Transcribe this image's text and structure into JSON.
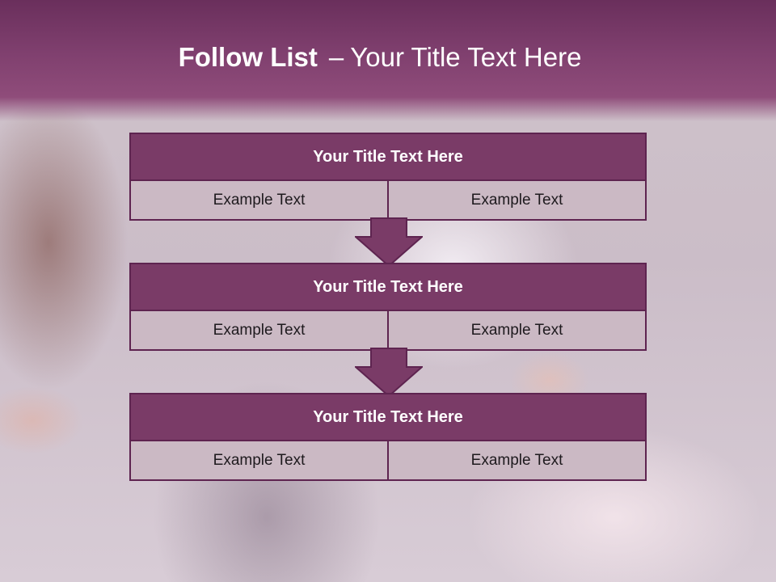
{
  "slide": {
    "title_bold": "Follow List",
    "title_dash": "–",
    "title_rest": "Your Title Text Here"
  },
  "steps": [
    {
      "title": "Your Title Text Here",
      "left": "Example Text",
      "right": "Example Text"
    },
    {
      "title": "Your Title Text Here",
      "left": "Example Text",
      "right": "Example Text"
    },
    {
      "title": "Your Title Text Here",
      "left": "Example Text",
      "right": "Example Text"
    }
  ],
  "colors": {
    "header": "#7a3b67",
    "border": "#5e2450",
    "cell": "#cbb9c4",
    "band": "#80406f"
  },
  "icons": [
    "down-arrow-icon",
    "down-arrow-icon"
  ]
}
